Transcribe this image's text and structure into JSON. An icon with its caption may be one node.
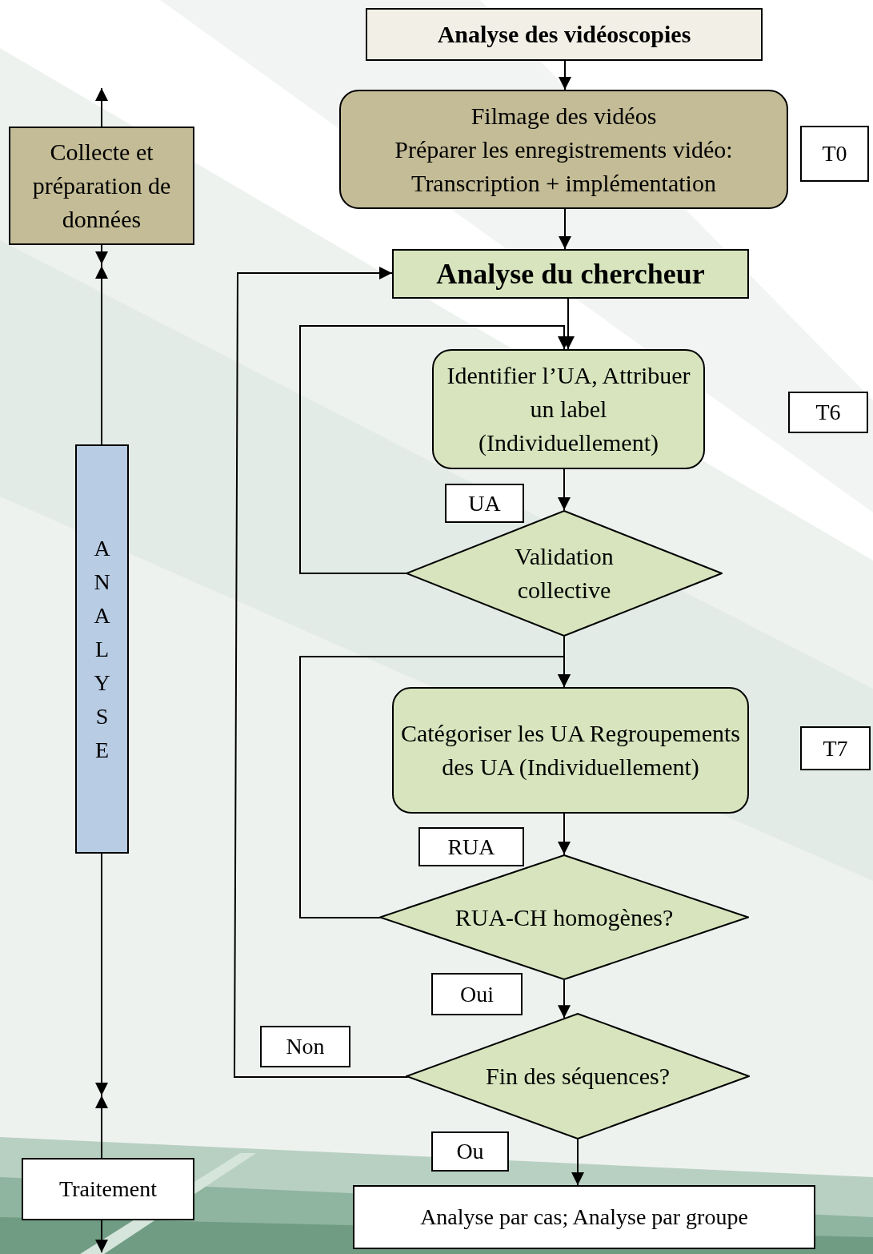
{
  "diagram": {
    "nodes": [
      {
        "text": [
          "Analyse des vidéoscopies"
        ]
      },
      {
        "text": [
          "Filmage des vidéos",
          "Préparer les enregistrements vidéo: Transcription + implémentation"
        ]
      },
      {
        "text": [
          "T0"
        ]
      },
      {
        "text": [
          "Collecte et préparation de données"
        ]
      },
      {
        "text": [
          "Analyse du chercheur"
        ]
      },
      {
        "text": [
          "Identifier l’UA, Attribuer un label (Individuellement)"
        ]
      },
      {
        "text": [
          "T6"
        ]
      },
      {
        "text": [
          "UA"
        ]
      },
      {
        "text": [
          "Validation collective"
        ]
      },
      {
        "text": [
          "ANALYSE"
        ]
      },
      {
        "text": [
          "Catégoriser les UA Regroupements des UA (Individuellement)"
        ]
      },
      {
        "text": [
          "T7"
        ]
      },
      {
        "text": [
          "RUA"
        ]
      },
      {
        "text": [
          "RUA-CH homogènes?"
        ]
      },
      {
        "text": [
          "Oui"
        ]
      },
      {
        "text": [
          "Non"
        ]
      },
      {
        "text": [
          "Fin des séquences?"
        ]
      },
      {
        "text": [
          "Ou"
        ]
      },
      {
        "text": [
          "Traitement"
        ]
      },
      {
        "text": [
          "Analyse par cas; Analyse par groupe"
        ]
      }
    ],
    "edges": [
      {
        "from": 0,
        "to": 1,
        "arrow": "to"
      },
      {
        "from": 1,
        "to": 4,
        "arrow": "to"
      },
      {
        "from": 4,
        "to": 5,
        "arrow": "to"
      },
      {
        "from": 5,
        "to": 8,
        "arrow": "to"
      },
      {
        "from": 8,
        "to": 5,
        "arrow": "to"
      },
      {
        "from": 8,
        "to": 10,
        "arrow": "to"
      },
      {
        "from": 13,
        "to": 10,
        "arrow": "to"
      },
      {
        "from": 10,
        "to": 13,
        "arrow": "to"
      },
      {
        "from": 13,
        "to": 16,
        "arrow": "to"
      },
      {
        "from": 16,
        "to": 4,
        "arrow": "to"
      },
      {
        "from": 16,
        "to": 19,
        "arrow": "to"
      },
      {
        "from": 3,
        "to": null,
        "arrow": "to"
      },
      {
        "from": 9,
        "to": 3,
        "arrow": "to"
      },
      {
        "from": 3,
        "to": null,
        "arrow": "to"
      },
      {
        "from": 9,
        "to": 18,
        "arrow": "to"
      },
      {
        "from": 18,
        "to": null,
        "arrow": "to"
      },
      {
        "from": 18,
        "to": null,
        "arrow": "to"
      }
    ]
  }
}
